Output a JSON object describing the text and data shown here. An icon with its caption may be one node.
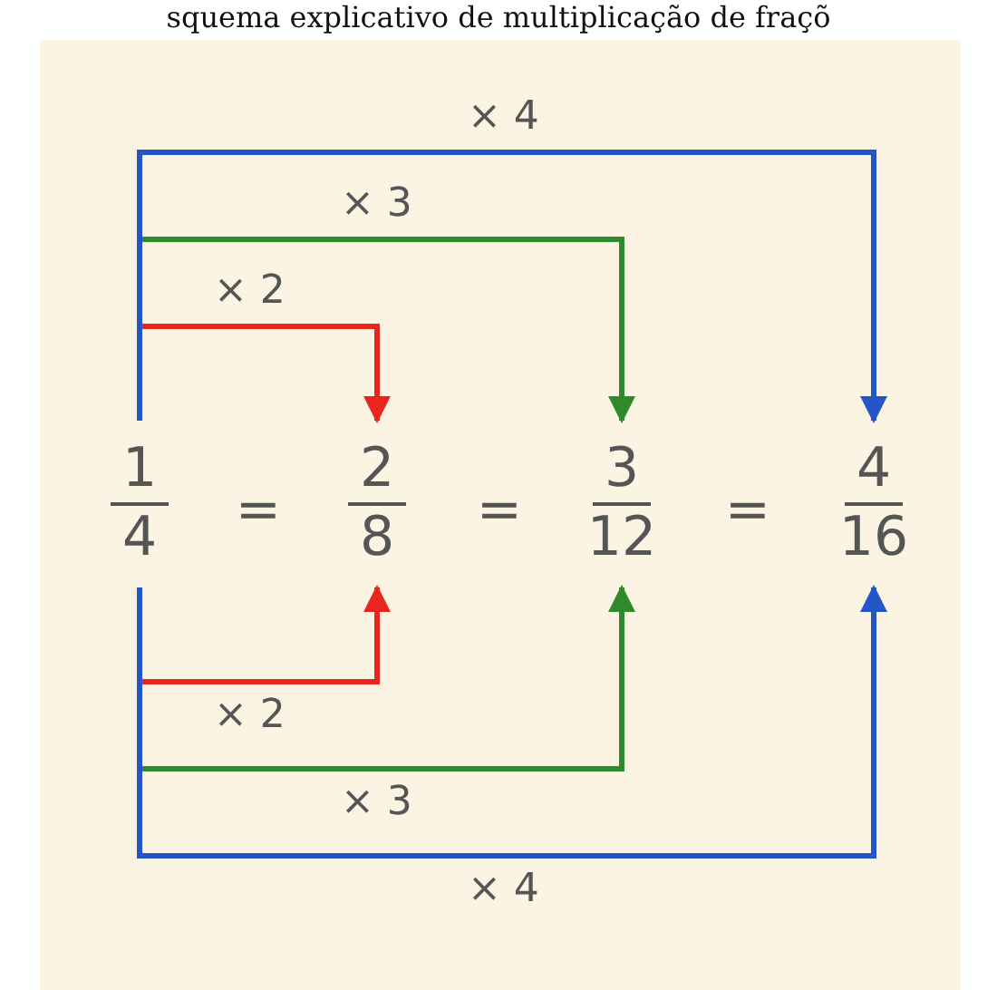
{
  "diagram": {
    "title": "squema explicativo de multiplicação de fraçõ",
    "nodes": [
      {
        "text": [
          "1",
          "4"
        ]
      },
      {
        "text": [
          "2",
          "8"
        ]
      },
      {
        "text": [
          "3",
          "12"
        ]
      },
      {
        "text": [
          "4",
          "16"
        ]
      }
    ],
    "edges": [
      {
        "from": 0,
        "to": 1,
        "arrow": "to",
        "label": "× 2",
        "color": "#e8261f"
      },
      {
        "from": 0,
        "to": 2,
        "arrow": "to",
        "label": "× 3",
        "color": "#2e8a2a"
      },
      {
        "from": 0,
        "to": 3,
        "arrow": "to",
        "label": "× 4",
        "color": "#2456c8"
      },
      {
        "from": 0,
        "to": 1,
        "arrow": "to",
        "label": "× 2",
        "color": "#e8261f"
      },
      {
        "from": 0,
        "to": 2,
        "arrow": "to",
        "label": "× 3",
        "color": "#2e8a2a"
      },
      {
        "from": 0,
        "to": 3,
        "arrow": "to",
        "label": "× 4",
        "color": "#2456c8"
      }
    ],
    "labels": [
      "=",
      "=",
      "="
    ]
  }
}
